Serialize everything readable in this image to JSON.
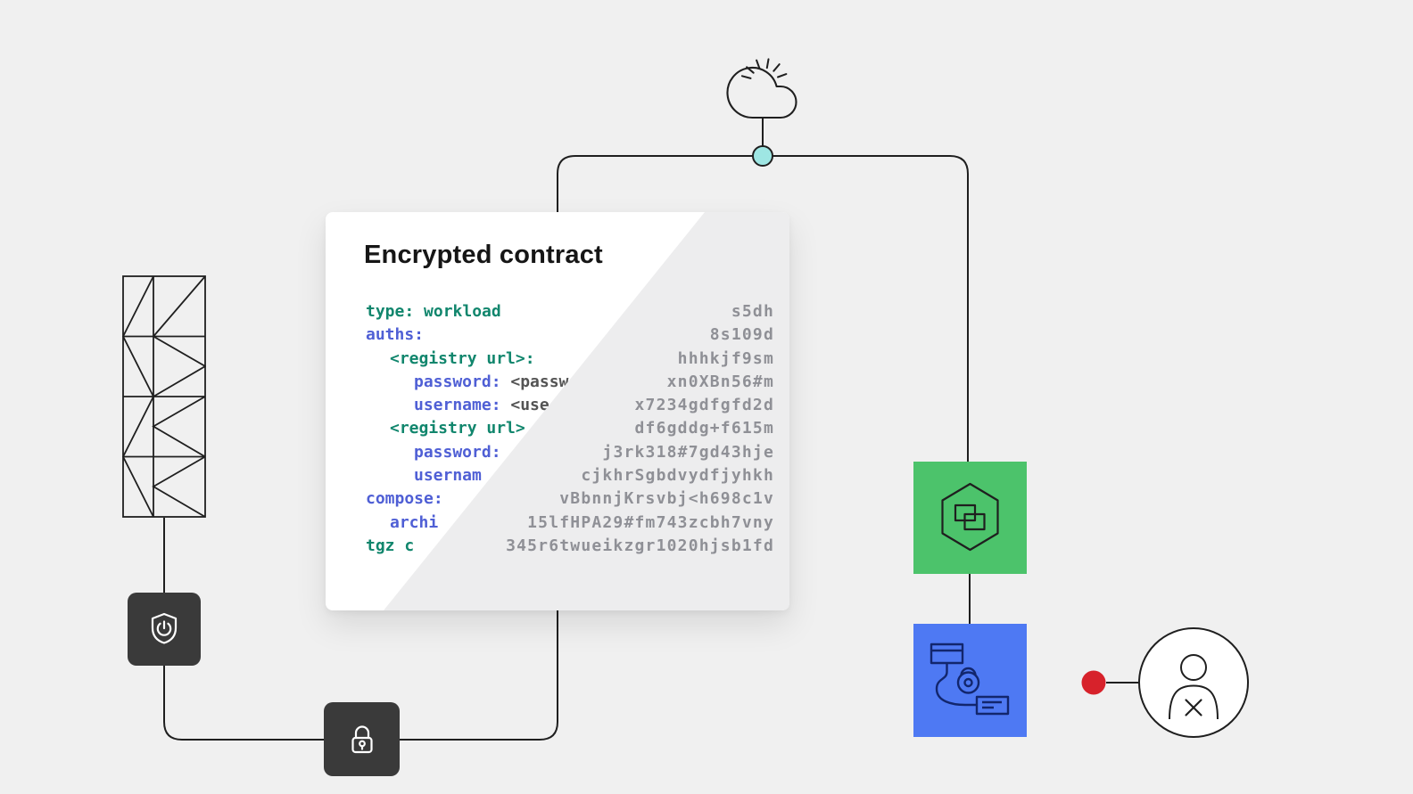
{
  "palette": {
    "bg": "#f0f0f0",
    "wire": "#1f1f1f",
    "darkTile": "#3a3a3a",
    "green": "#4cc36b",
    "blue": "#4e79f3",
    "red": "#d7222b",
    "node": "#9ee6e3",
    "overlay": "#ededee",
    "teal": "#11866d",
    "indigo": "#4f5fd5",
    "grayTok": "#545454",
    "cipher": "#8f9096",
    "navy": "#12266d",
    "titleColor": "#161616"
  },
  "icons": {
    "cloud": "cloud-with-sun-rays-icon",
    "tower": "lattice-tower-illustration",
    "shield": "shield-icon",
    "lock": "padlock-icon",
    "container": "hexagon-containers-icon",
    "secrets": "secrets-pipeline-lock-icon",
    "user": "blocked-user-icon",
    "node": "connection-node-dot",
    "denied": "denied-indicator-dot"
  },
  "card": {
    "title": "Encrypted contract",
    "code_lines": [
      {
        "indent": 0,
        "tokens": [
          [
            "type: ",
            "teal"
          ],
          [
            "workload",
            "teal"
          ]
        ],
        "cipher": "s5dh"
      },
      {
        "indent": 0,
        "tokens": [
          [
            "auths:",
            "indigo"
          ]
        ],
        "cipher": "8s109d"
      },
      {
        "indent": 1,
        "tokens": [
          [
            "<registry url>:",
            "teal"
          ]
        ],
        "cipher": "hhhkjf9sm"
      },
      {
        "indent": 2,
        "tokens": [
          [
            "password: ",
            "indigo"
          ],
          [
            "<passw",
            "gray"
          ]
        ],
        "cipher": "xn0XBn56#m"
      },
      {
        "indent": 2,
        "tokens": [
          [
            "username: ",
            "indigo"
          ],
          [
            "<use",
            "gray"
          ]
        ],
        "cipher": "x7234gdfgfd2d"
      },
      {
        "indent": 1,
        "tokens": [
          [
            "<registry url>",
            "teal"
          ]
        ],
        "cipher": "df6gddg+f615m"
      },
      {
        "indent": 2,
        "tokens": [
          [
            "password:",
            "indigo"
          ]
        ],
        "cipher": "j3rk318#7gd43hje"
      },
      {
        "indent": 2,
        "tokens": [
          [
            "usernam",
            "indigo"
          ]
        ],
        "cipher": "cjkhrSgbdvydfjyhkh"
      },
      {
        "indent": 0,
        "tokens": [
          [
            "compose:",
            "indigo"
          ]
        ],
        "cipher": "vBbnnjKrsvbj<h698c1v"
      },
      {
        "indent": 1,
        "tokens": [
          [
            "archi",
            "indigo"
          ]
        ],
        "cipher": "15lfHPA29#fm743zcbh7vny"
      },
      {
        "indent": 0,
        "tokens": [
          [
            "tgz c",
            "teal"
          ]
        ],
        "cipher": "345r6twueikzgr1020hjsb1fd"
      }
    ]
  }
}
